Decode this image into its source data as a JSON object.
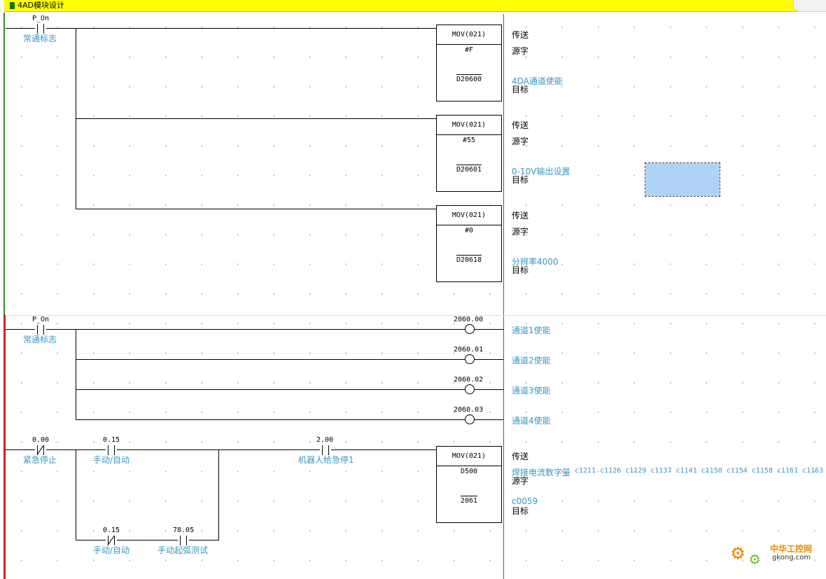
{
  "section": {
    "title": "4AD模块设计"
  },
  "rung1": {
    "contact": {
      "operand": "P_On",
      "comment": "常通标志"
    },
    "blocks": [
      {
        "name": "MOV(021)",
        "source": "#F",
        "dest": "D20600",
        "op_label": "传送",
        "src_label": "源字",
        "dst_label": "目标",
        "dest_comment": "4DA通道使能"
      },
      {
        "name": "MOV(021)",
        "source": "#55",
        "dest": "D20601",
        "op_label": "传送",
        "src_label": "源字",
        "dst_label": "目标",
        "dest_comment": "0-10V输出设置"
      },
      {
        "name": "MOV(021)",
        "source": "#0",
        "dest": "D20618",
        "op_label": "传送",
        "src_label": "源字",
        "dst_label": "目标",
        "dest_comment": "分辨率4000"
      }
    ]
  },
  "rung2": {
    "contact": {
      "operand": "P_On",
      "comment": "常通标志"
    },
    "coils": [
      {
        "address": "2060.00",
        "comment": "通道1使能"
      },
      {
        "address": "2060.01",
        "comment": "通道2使能"
      },
      {
        "address": "2060.02",
        "comment": "通道3使能"
      },
      {
        "address": "2060.03",
        "comment": "通道4使能"
      }
    ]
  },
  "rung3": {
    "contacts": [
      {
        "operand": "0.00",
        "comment": "紧急停止"
      },
      {
        "operand": "0.15",
        "comment": "手动/自动"
      },
      {
        "operand": "2.00",
        "comment": "机器人给急停1"
      },
      {
        "operand": "0.15",
        "comment": "手动/自动"
      },
      {
        "operand": "78.05",
        "comment": "手动起弧测试"
      }
    ],
    "block": {
      "name": "MOV(021)",
      "source": "D500",
      "dest": "2061",
      "op_label": "传送",
      "src_label": "源字",
      "dst_label": "目标",
      "source_comment": "焊接电流数字量",
      "source_refs": "c1211  c1126  c1129  c1137  c1141  c1150  c1154  c1158  c1161  c1163",
      "dest_comment": "c0059"
    }
  },
  "colors": {
    "section_bar": "#ffff00",
    "comment_text": "#3a96c4",
    "active_rail": "#cc2222",
    "right_bus": "#2e7d32",
    "selection": "#aed3f7"
  },
  "watermark": {
    "line1": "中华工控网",
    "line2": "gkong.com",
    "icon": "gear-icon"
  }
}
